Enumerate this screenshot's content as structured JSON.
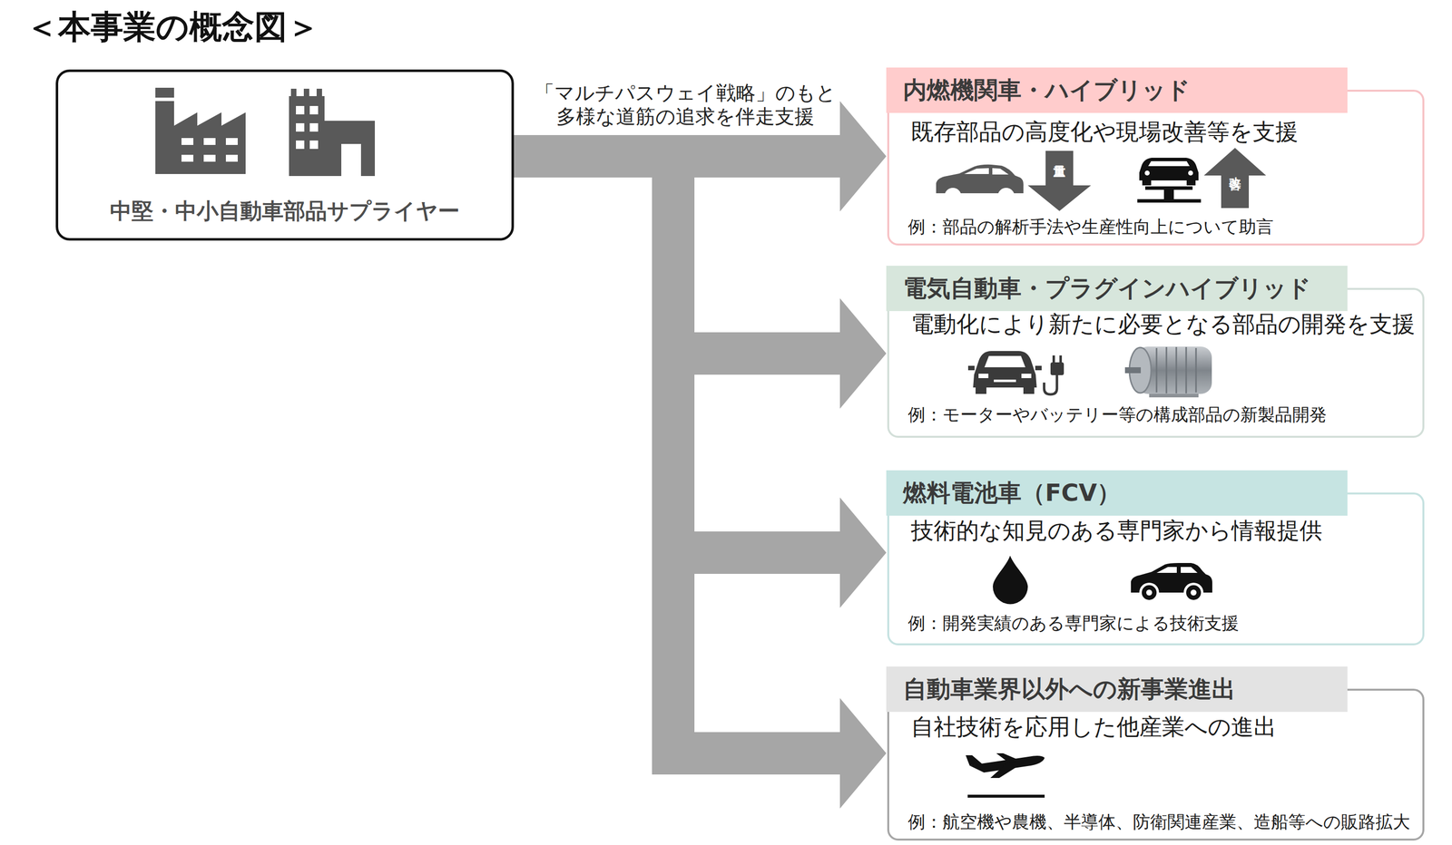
{
  "diagram": {
    "title": "＜本事業の概念図＞",
    "nodes": [
      {
        "text": [
          "中堅・中小自動車部品サプライヤー"
        ]
      },
      {
        "text": [
          "内燃機関車・ハイブリッド",
          "既存部品の高度化や現場改善等を支援",
          "例：部品の解析手法や生産性向上について助言"
        ]
      },
      {
        "text": [
          "重量"
        ],
        "in": 1
      },
      {
        "text": [
          "改善"
        ],
        "in": 1
      },
      {
        "text": [
          "電気自動車・プラグインハイブリッド",
          "電動化により新たに必要となる部品の開発を支援",
          "例：モーターやバッテリー等の構成部品の新製品開発"
        ]
      },
      {
        "text": [
          "燃料電池車（FCV）",
          "技術的な知見のある専門家から情報提供",
          "例：開発実績のある専門家による技術支援"
        ]
      },
      {
        "text": [
          "自動車業界以外への新事業進出",
          "自社技術を応用した他産業への進出",
          "例：航空機や農機、半導体、防衛関連産業、造船等への販路拡大"
        ]
      }
    ],
    "edges": [
      {
        "from": 0,
        "to": 1,
        "arrow": "to",
        "label": "「マルチパスウェイ戦略」のもと 多様な道筋の追求を伴走支援"
      },
      {
        "from": 0,
        "to": 4,
        "arrow": "to"
      },
      {
        "from": 0,
        "to": 5,
        "arrow": "to"
      },
      {
        "from": 0,
        "to": 6,
        "arrow": "to"
      }
    ]
  }
}
